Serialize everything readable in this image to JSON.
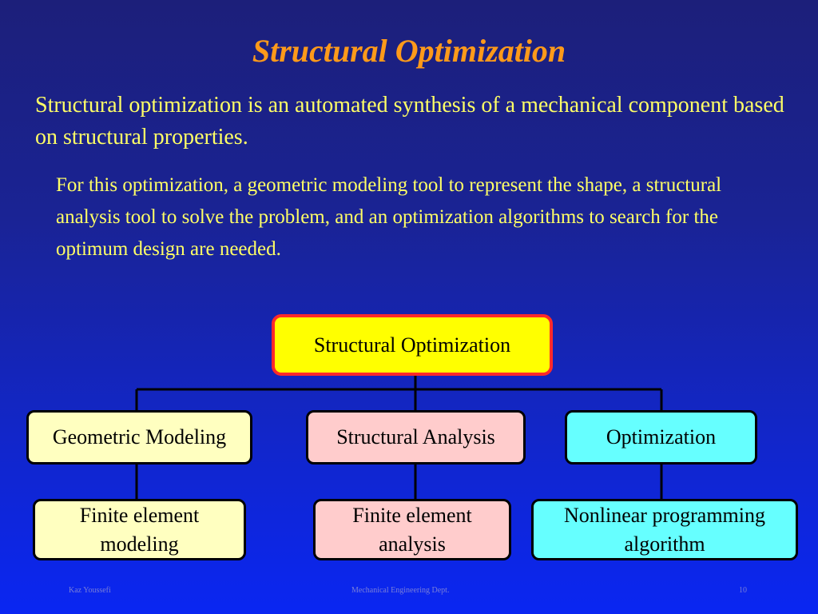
{
  "title": "Structural Optimization",
  "intro": "Structural optimization is an automated synthesis of a mechanical component based on structural properties.",
  "detail": "For this optimization, a geometric modeling tool to represent the shape, a structural analysis tool to solve the problem, and an optimization algorithms to search for the optimum design are needed.",
  "diagram": {
    "root": "Structural Optimization",
    "branches": [
      {
        "label": "Geometric Modeling",
        "child": "Finite element modeling",
        "color": "#ffffc0"
      },
      {
        "label": "Structural Analysis",
        "child": "Finite element analysis",
        "color": "#ffcccc"
      },
      {
        "label": "Optimization",
        "child": "Nonlinear programming algorithm",
        "color": "#66ffff"
      }
    ]
  },
  "footer": {
    "author": "Kaz Youssefi",
    "dept": "Mechanical Engineering Dept.",
    "page": "10"
  },
  "colors": {
    "title": "#ff9a1a",
    "body_text": "#ffff66",
    "root_fill": "#ffff00",
    "root_border": "#ff2a2a"
  }
}
